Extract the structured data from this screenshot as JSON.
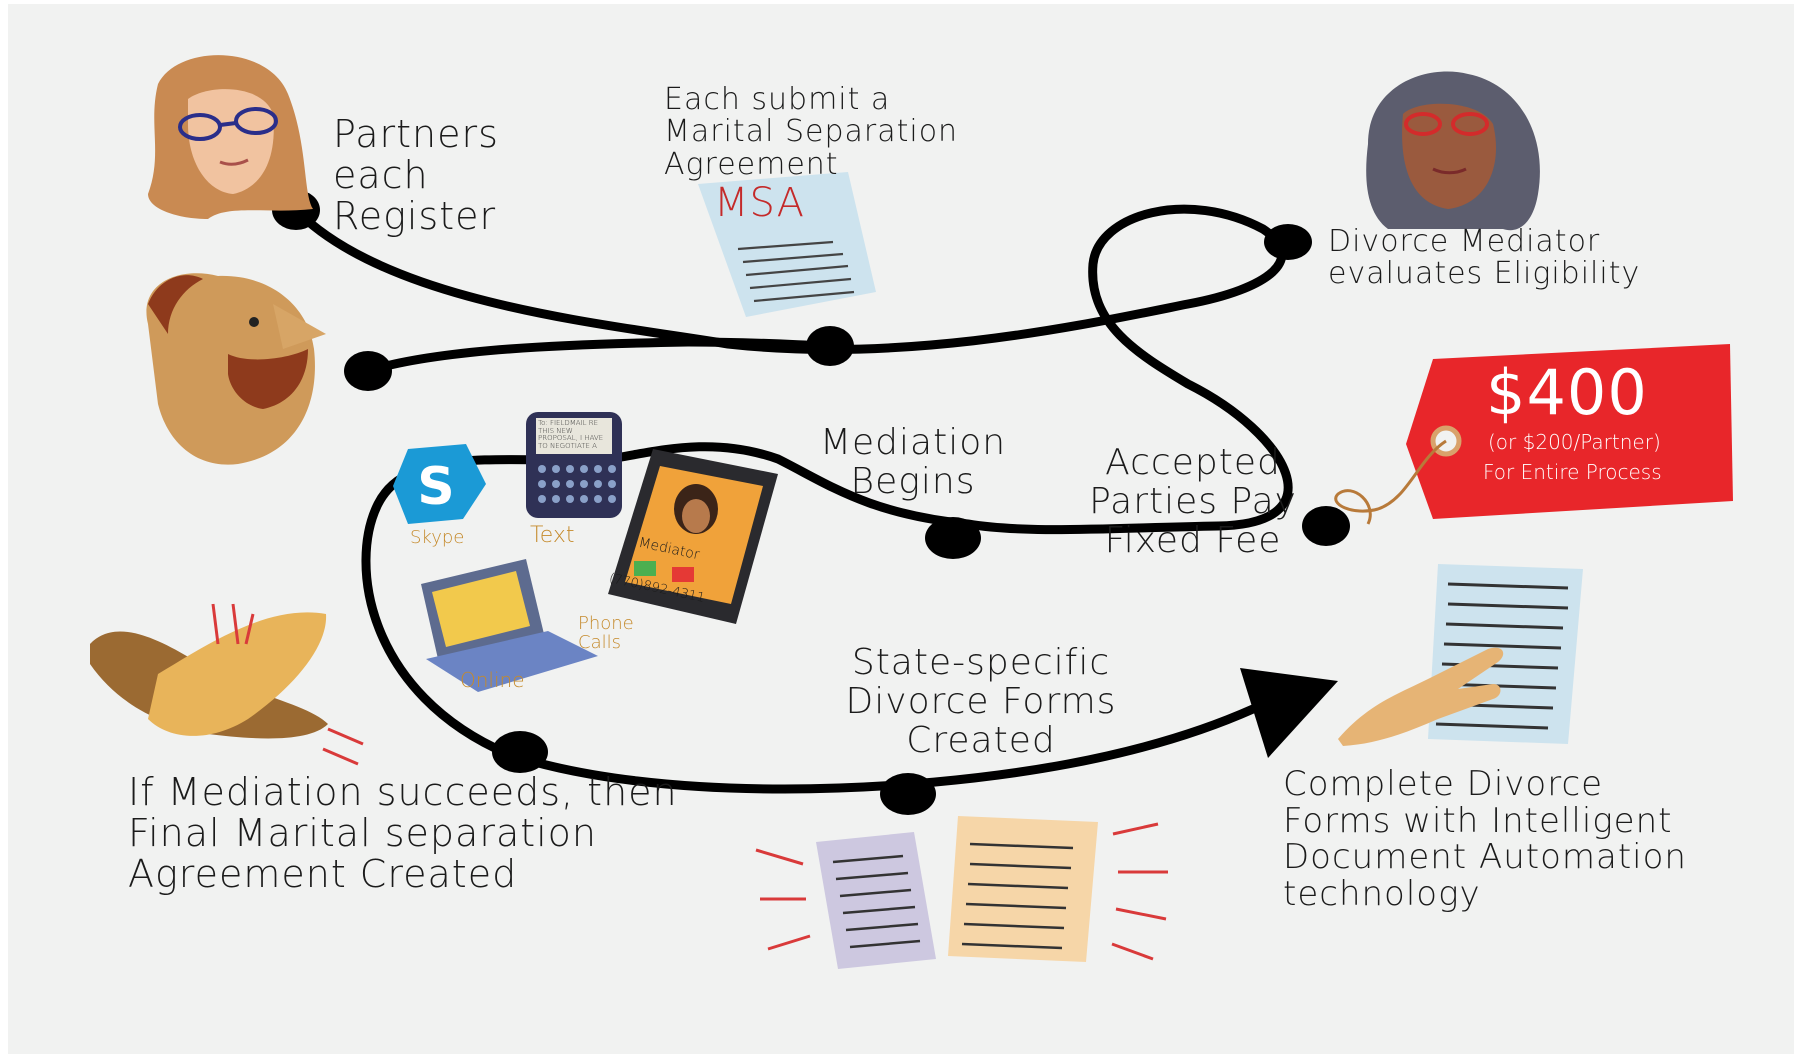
{
  "steps": {
    "register": "Partners each Register",
    "submit": "Each submit a Marital Separation Agreement",
    "mediator": "Divorce Mediator evaluates Eligibility",
    "fee": "Accepted Parties Pay Fixed Fee",
    "mediation": "Mediation Begins",
    "forms": "State-specific Divorce Forms Created",
    "final": "If Mediation succeeds, then Final Marital separation Agreement Created",
    "complete": "Complete Divorce Forms with Intelligent Document Automation technology"
  },
  "msa_label": "MSA",
  "price": {
    "amount": "$400",
    "per_partner": "(or $200/Partner)",
    "scope": "For Entire Process"
  },
  "channels": {
    "skype": "Skype",
    "text": "Text",
    "phone": "Phone Calls",
    "online": "Online"
  },
  "phone_screen": {
    "title": "Mediator",
    "number": "(770)892-4311"
  },
  "text_msg": "To: FIELDMAIL RE THIS NEW PROPOSAL, I HAVE TO NEGOTIATE A",
  "colors": {
    "line": "#000000",
    "tag_red": "#e8262a",
    "doc_blue": "#cde3ee",
    "skype_blue": "#1b9ad6",
    "channel_label": "#c58a2b"
  }
}
